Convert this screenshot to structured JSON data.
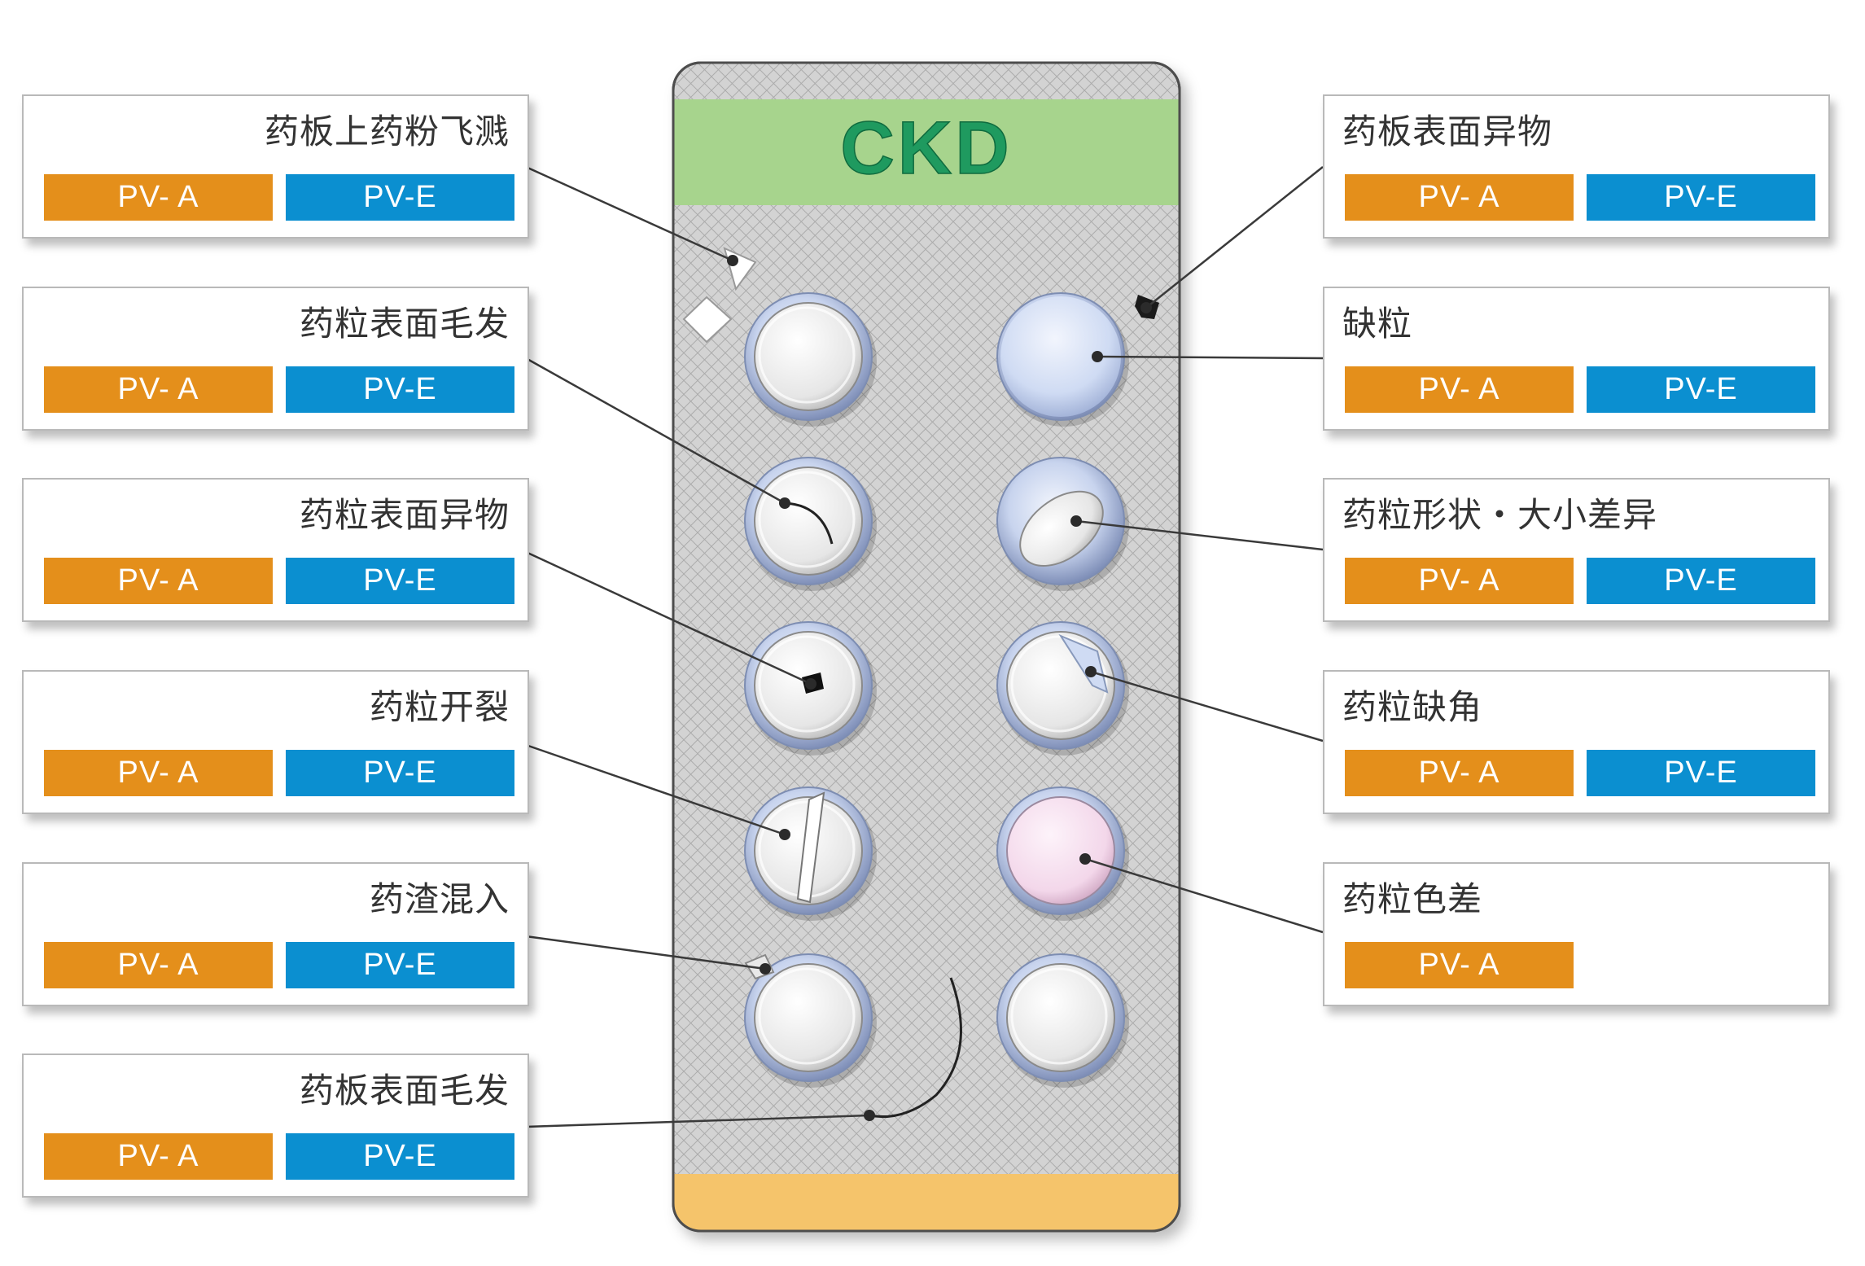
{
  "brand": {
    "text": "CKD",
    "color": "#1f9a5f"
  },
  "colors": {
    "badge_a": "#e48f1b",
    "badge_e": "#0b8fd0",
    "header_band": "#a7d48d",
    "footer_band": "#f5c46b",
    "pill_color_defect": "#f3d7ea",
    "pill_missing": "#cfdbf3"
  },
  "labels": {
    "left": [
      {
        "title": "药板上药粉飞溅",
        "badges": [
          "PV- A",
          "PV-E"
        ]
      },
      {
        "title": "药粒表面毛发",
        "badges": [
          "PV- A",
          "PV-E"
        ]
      },
      {
        "title": "药粒表面异物",
        "badges": [
          "PV- A",
          "PV-E"
        ]
      },
      {
        "title": "药粒开裂",
        "badges": [
          "PV- A",
          "PV-E"
        ]
      },
      {
        "title": "药渣混入",
        "badges": [
          "PV- A",
          "PV-E"
        ]
      },
      {
        "title": "药板表面毛发",
        "badges": [
          "PV- A",
          "PV-E"
        ]
      }
    ],
    "right": [
      {
        "title": "药板表面异物",
        "badges": [
          "PV- A",
          "PV-E"
        ]
      },
      {
        "title": "缺粒",
        "badges": [
          "PV- A",
          "PV-E"
        ]
      },
      {
        "title": "药粒形状・大小差异",
        "badges": [
          "PV- A",
          "PV-E"
        ]
      },
      {
        "title": "药粒缺角",
        "badges": [
          "PV- A",
          "PV-E"
        ]
      },
      {
        "title": "药粒色差",
        "badges": [
          "PV- A"
        ]
      }
    ]
  }
}
